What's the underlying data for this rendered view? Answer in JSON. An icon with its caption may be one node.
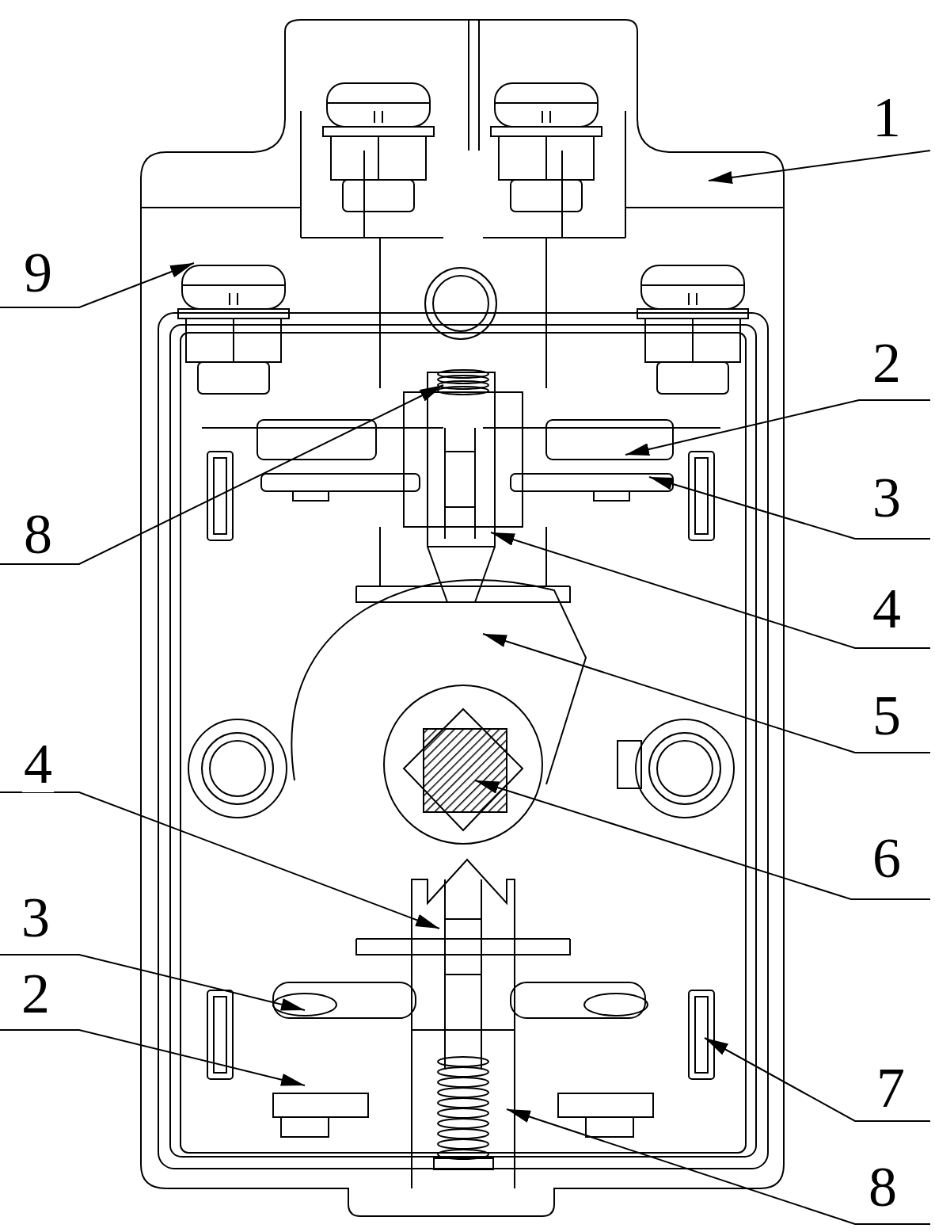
{
  "diagram": {
    "nodes": [
      {
        "text": [
          "1"
        ]
      },
      {
        "text": [
          "9"
        ]
      },
      {
        "text": [
          "2"
        ]
      },
      {
        "text": [
          "3"
        ]
      },
      {
        "text": [
          "8"
        ]
      },
      {
        "text": [
          "4"
        ]
      },
      {
        "text": [
          "5"
        ]
      },
      {
        "text": [
          "4"
        ]
      },
      {
        "text": [
          "6"
        ]
      },
      {
        "text": [
          "3"
        ]
      },
      {
        "text": [
          "2"
        ]
      },
      {
        "text": [
          "7"
        ]
      },
      {
        "text": [
          "8"
        ]
      }
    ],
    "edges": [
      {
        "from": 0,
        "to": null,
        "arrow": "to"
      },
      {
        "from": 1,
        "to": null,
        "arrow": "to"
      },
      {
        "from": 2,
        "to": null,
        "arrow": "to"
      },
      {
        "from": 3,
        "to": null,
        "arrow": "to"
      },
      {
        "from": 4,
        "to": null,
        "arrow": "to"
      },
      {
        "from": 5,
        "to": null,
        "arrow": "to"
      },
      {
        "from": 6,
        "to": null,
        "arrow": "to"
      },
      {
        "from": 7,
        "to": null,
        "arrow": "to"
      },
      {
        "from": 8,
        "to": null,
        "arrow": "to"
      },
      {
        "from": 9,
        "to": null,
        "arrow": "to"
      },
      {
        "from": 10,
        "to": null,
        "arrow": "to"
      },
      {
        "from": 11,
        "to": null,
        "arrow": "to"
      },
      {
        "from": 12,
        "to": null,
        "arrow": "to"
      }
    ]
  }
}
